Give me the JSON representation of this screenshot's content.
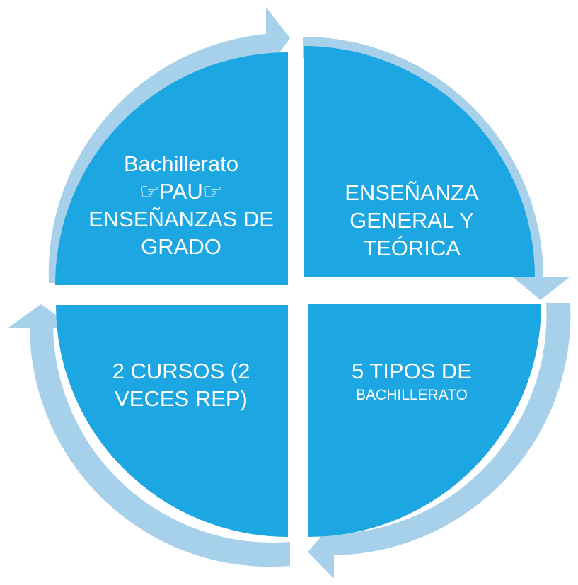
{
  "diagram": {
    "type": "cycle",
    "colors": {
      "segment_fill": "#1CA7E3",
      "arrow_ring": "#A7D0EB",
      "background": "#FFFFFF",
      "text": "#FFFFFF"
    },
    "segments": [
      {
        "id": "top-left",
        "lines": [
          "Bachillerato",
          "☞PAU☞",
          "ENSEÑANZAS DE",
          "GRADO"
        ]
      },
      {
        "id": "top-right",
        "lines": [
          "ENSEÑANZA",
          "GENERAL Y",
          "TEÓRICA"
        ]
      },
      {
        "id": "bottom-right",
        "lines": [
          "5 TIPOS DE",
          "BACHILLERATO"
        ]
      },
      {
        "id": "bottom-left",
        "lines": [
          "2 CURSOS (2",
          "VECES REP)"
        ]
      }
    ]
  }
}
